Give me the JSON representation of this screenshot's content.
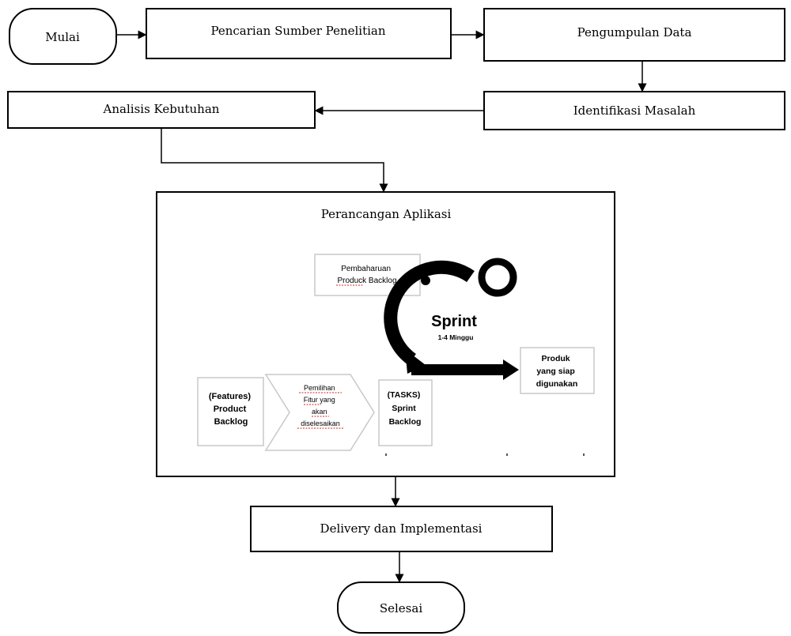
{
  "flow": {
    "start": "Mulai",
    "search": "Pencarian Sumber Penelitian",
    "collect": "Pengumpulan Data",
    "identify": "Identifikasi Masalah",
    "analysis": "Analisis Kebutuhan",
    "design_title": "Perancangan Aplikasi",
    "delivery": "Delivery dan Implementasi",
    "end": "Selesai"
  },
  "scrum": {
    "update_backlog": [
      "Pembaharuan",
      "Produck Backlog"
    ],
    "sprint": "Sprint",
    "sprint_duration": "1-4 Minggu",
    "product_ready": [
      "Produk",
      "yang siap",
      "digunakan"
    ],
    "product_backlog": [
      "(Features)",
      "Product",
      "Backlog"
    ],
    "select_features": [
      "Pemilihan",
      "Fitur yang",
      "akan",
      "diselesaikan"
    ],
    "sprint_backlog": [
      "(TASKS)",
      "Sprint",
      "Backlog"
    ]
  },
  "colors": {
    "line": "#000000",
    "inner_border": "#c8c8c8",
    "spellcheck": "#d62020"
  }
}
